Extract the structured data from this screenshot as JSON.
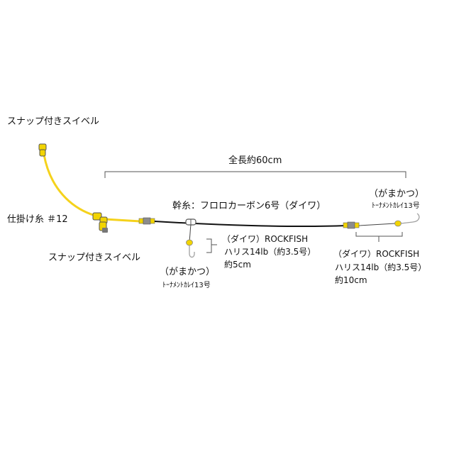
{
  "labels": {
    "snap_swivel_top": "スナップ付きスイベル",
    "snap_swivel_bottom": "スナップ付きスイベル",
    "shikake_line": "仕掛け糸 ＃12",
    "total_length": "全長約60cm",
    "main_line": "幹糸：フロロカーボン6号（ダイワ）",
    "hook_a_brand": "（がまかつ）",
    "hook_a_model": "ﾄｰﾅﾒﾝﾄｶﾚｲ13号",
    "hook_b_brand": "（がまかつ）",
    "hook_b_model": "ﾄｰﾅﾒﾝﾄｶﾚｲ13号",
    "leader_a_line1": "（ダイワ）ROCKFISH",
    "leader_a_line2": "ハリス14lb（約3.5号）",
    "leader_a_line3": "約5cm",
    "leader_b_line1": "（ダイワ）ROCKFISH",
    "leader_b_line2": "ハリス14lb（約3.5号）",
    "leader_b_line3": "約10cm"
  },
  "colors": {
    "line_yellow": "#f5d21c",
    "main_line": "#111111",
    "bracket": "#555555",
    "crimp_gray": "#8c8c8c",
    "bead_yellow": "#f2d400",
    "hook_gray": "#a0a0a0",
    "text": "#111111"
  }
}
